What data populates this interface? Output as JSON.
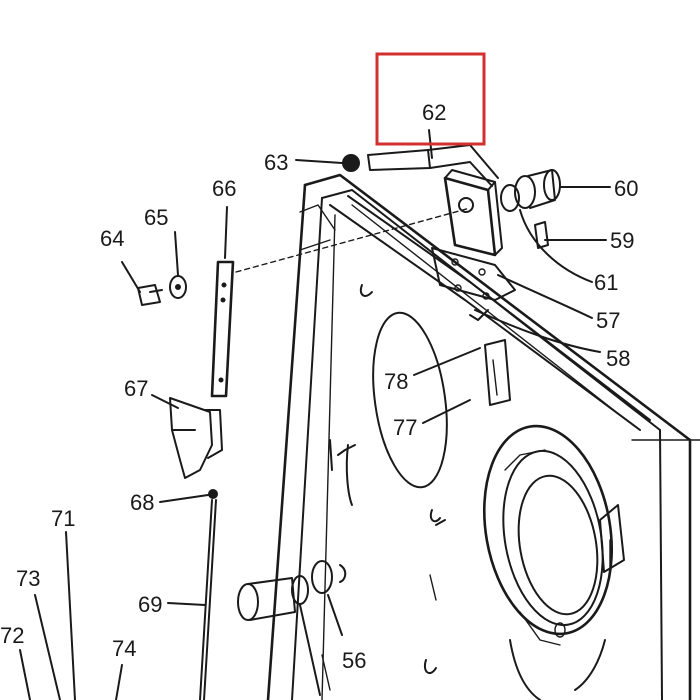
{
  "diagram": {
    "highlight_color": "#d32f2f",
    "line_color": "#1a1a1a",
    "highlighted_part": "62",
    "labels": {
      "p62": "62",
      "p63": "63",
      "p60": "60",
      "p59": "59",
      "p61": "61",
      "p57": "57",
      "p58": "58",
      "p78": "78",
      "p77": "77",
      "p66": "66",
      "p65": "65",
      "p64": "64",
      "p67": "67",
      "p68": "68",
      "p69": "69",
      "p71": "71",
      "p73": "73",
      "p72": "72",
      "p74": "74",
      "p56": "56"
    }
  }
}
